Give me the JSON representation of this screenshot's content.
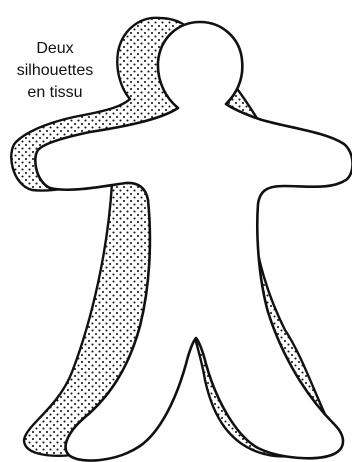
{
  "caption": {
    "lines": [
      "Deux",
      "silhouettes",
      "en tissu"
    ]
  },
  "colors": {
    "outline": "#111111",
    "back_fill": "#ffffff",
    "front_fill": "#ffffff",
    "dots": "#111111"
  }
}
